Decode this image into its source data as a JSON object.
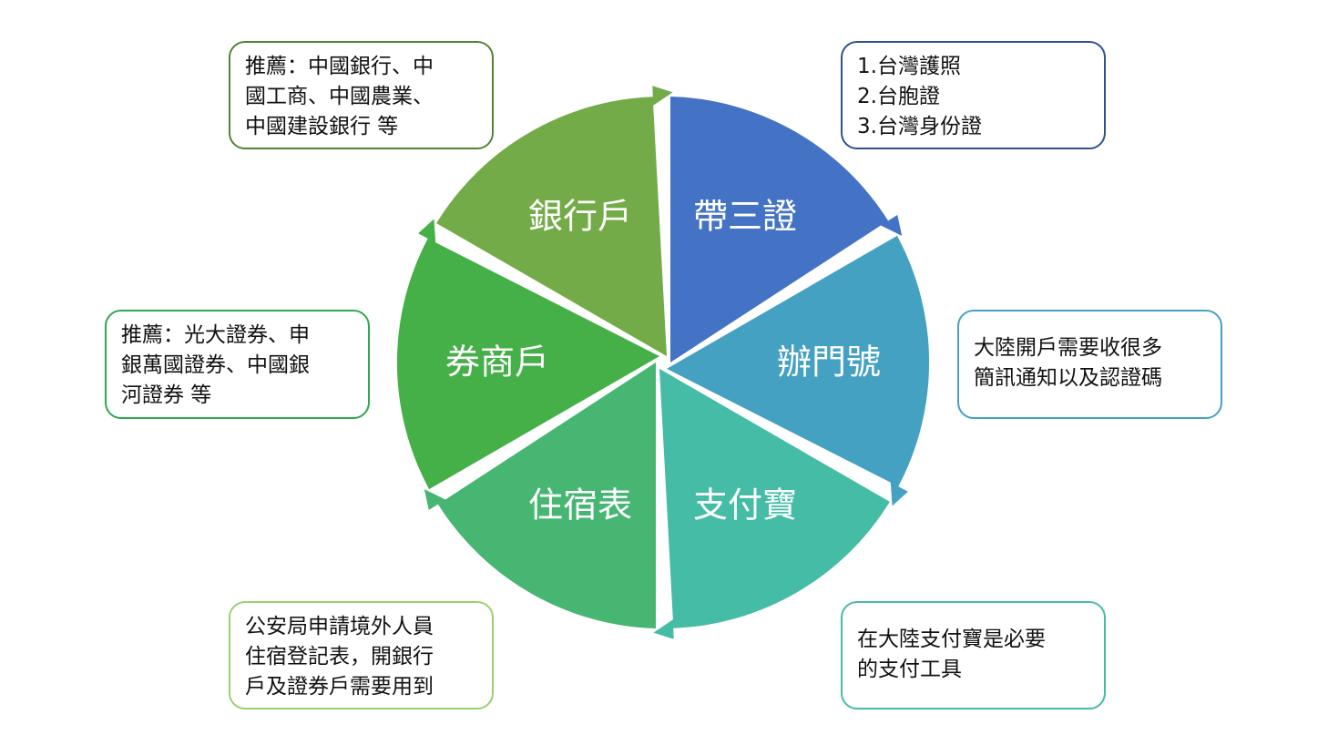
{
  "segments": [
    {
      "key": "id",
      "label": "帶三證",
      "color": "#4472C4"
    },
    {
      "key": "phone",
      "label": "辦門號",
      "color": "#45A1C2"
    },
    {
      "key": "alipay",
      "label": "支付寶",
      "color": "#45BDA6"
    },
    {
      "key": "lodging",
      "label": "住宿表",
      "color": "#47B672"
    },
    {
      "key": "broker",
      "label": "券商戶",
      "color": "#45B047"
    },
    {
      "key": "bank",
      "label": "銀行戶",
      "color": "#73AB48"
    }
  ],
  "notes": {
    "id": {
      "lines": [
        "1.台灣護照",
        "2.台胞證",
        "3.台灣身份證"
      ],
      "border": "#2F528F"
    },
    "phone": {
      "lines": [
        "大陸開戶需要收很多",
        "簡訊通知以及認證碼"
      ],
      "border": "#45A1C2"
    },
    "alipay": {
      "lines": [
        "在大陸支付寶是必要",
        "的支付工具"
      ],
      "border": "#45BDA6"
    },
    "lodging": {
      "lines": [
        "公安局申請境外人員",
        "住宿登記表，開銀行",
        "戶及證券戶需要用到"
      ],
      "border": "#9BD071"
    },
    "broker": {
      "lines": [
        "推薦：光大證券、申",
        "銀萬國證券、中國銀",
        "河證券 等"
      ],
      "border": "#2EA84F"
    },
    "bank": {
      "lines": [
        "推薦：中國銀行、中",
        "國工商、中國農業、",
        "中國建設銀行 等"
      ],
      "border": "#548235"
    }
  }
}
